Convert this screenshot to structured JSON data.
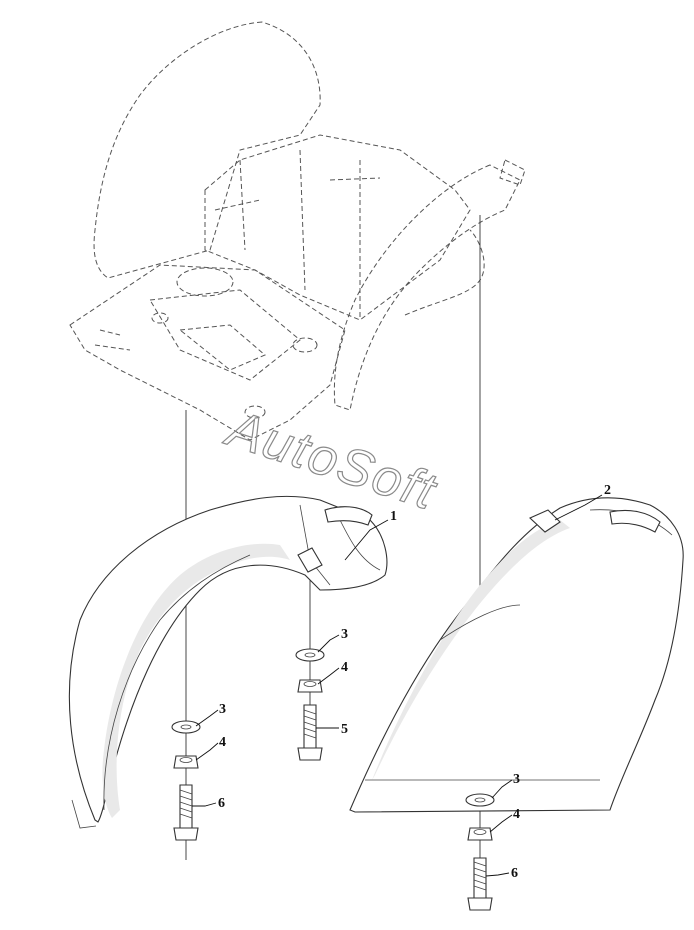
{
  "diagram": {
    "watermark": "AutoSoft",
    "parts": [
      {
        "id": "fender-left",
        "label": "1"
      },
      {
        "id": "fender-right",
        "label": "2"
      }
    ],
    "callouts": [
      {
        "key": "c1",
        "label": "1"
      },
      {
        "key": "c2",
        "label": "2"
      },
      {
        "key": "c3a",
        "label": "3"
      },
      {
        "key": "c4a",
        "label": "4"
      },
      {
        "key": "c5",
        "label": "5"
      },
      {
        "key": "c3b",
        "label": "3"
      },
      {
        "key": "c4b",
        "label": "4"
      },
      {
        "key": "c6a",
        "label": "6"
      },
      {
        "key": "c3c",
        "label": "3"
      },
      {
        "key": "c4c",
        "label": "4"
      },
      {
        "key": "c6b",
        "label": "6"
      }
    ]
  }
}
